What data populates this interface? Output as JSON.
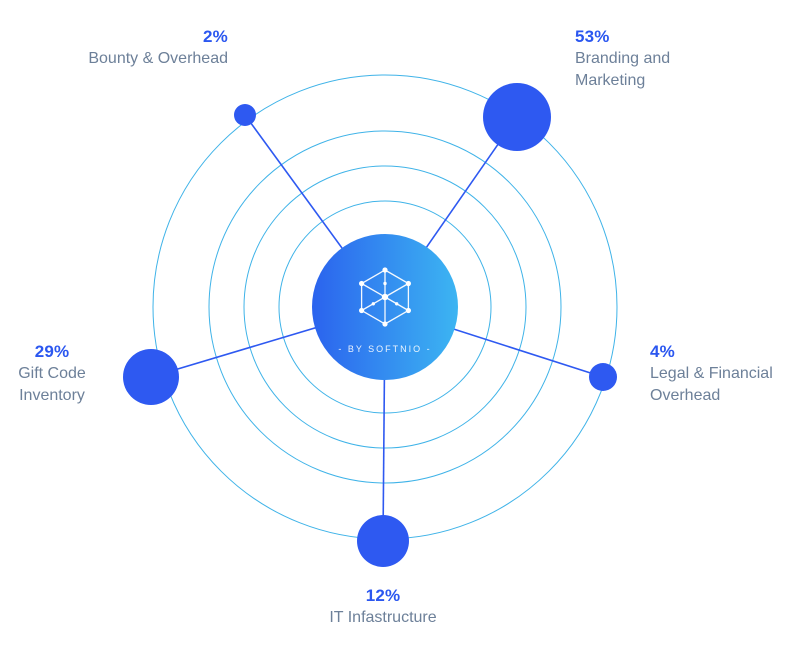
{
  "chart_data": {
    "type": "pie",
    "variant": "orbit-bubble-distribution",
    "grid": "concentric-orbits",
    "legend_position": "around",
    "center_text": "- BY SOFTNIO -",
    "center_icon": "hexagon-network-icon",
    "segments": [
      {
        "id": "bounty",
        "label": "Bounty & Overhead",
        "value": 2,
        "pct": "2%"
      },
      {
        "id": "branding",
        "label": "Branding and Marketing",
        "value": 53,
        "pct": "53%"
      },
      {
        "id": "legal",
        "label": "Legal & Financial Overhead",
        "value": 4,
        "pct": "4%"
      },
      {
        "id": "it",
        "label": "IT Infastructure",
        "value": 12,
        "pct": "12%"
      },
      {
        "id": "gift",
        "label": "Gift Code Inventory",
        "value": 29,
        "pct": "29%"
      }
    ],
    "colors": {
      "percent": "#2b57f0",
      "label": "#6d8099",
      "orbit": "#3fb3e8",
      "node": "#2e59f1",
      "center_gradient": [
        "#2b63ee",
        "#3cb5f2"
      ]
    }
  }
}
